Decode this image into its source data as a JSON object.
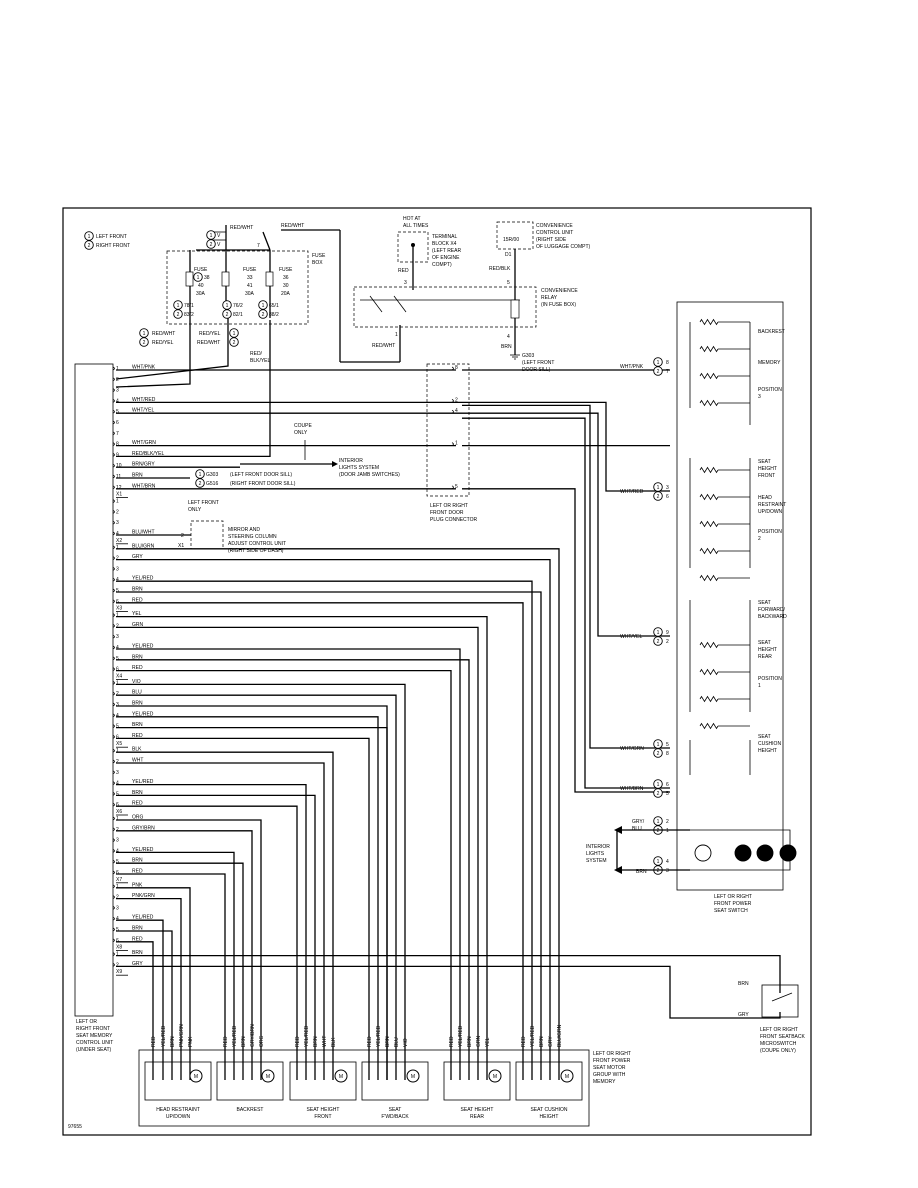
{
  "diagram_id": "97655",
  "location_legend": [
    {
      "badge": "1",
      "label": "LEFT FRONT"
    },
    {
      "badge": "2",
      "label": "RIGHT FRONT"
    }
  ],
  "fuse_box": {
    "label": [
      "FUSE",
      "BOX"
    ],
    "feeds": {
      "red_wht": "RED/WHT",
      "term_v1": "V",
      "term_v2": "V",
      "term_7": "7"
    },
    "fuses": [
      {
        "title": "FUSE",
        "number_line": "38",
        "number_badge": "1",
        "sub_line": "40",
        "amps": "30A",
        "conn_badges": [
          "1",
          "2"
        ],
        "conn_lines": [
          "78/1",
          "83/2"
        ]
      },
      {
        "title": "FUSE",
        "number_line": "33",
        "sub_line": "41",
        "amps": "30A",
        "conn_badges": [
          "1",
          "2"
        ],
        "conn_lines": [
          "76/2",
          "82/1"
        ]
      },
      {
        "title": "FUSE",
        "number_line": "36",
        "sub_line": "30",
        "amps": "20A",
        "conn_badges": [
          "1",
          "2"
        ],
        "conn_lines": [
          "65/1",
          "88/2"
        ]
      }
    ],
    "out_labels": [
      {
        "badge": "1",
        "text": "RED/WHT"
      },
      {
        "badge": "2",
        "text": "RED/YEL"
      },
      {
        "badge": "1",
        "text": "RED/YEL"
      },
      {
        "badge": "2",
        "text": "RED/WHT"
      }
    ],
    "third_out": [
      "RED/",
      "BLK/YEL"
    ]
  },
  "terminal_block": {
    "hot_label": [
      "HOT AT",
      "ALL TIMES"
    ],
    "label": [
      "TERMINAL",
      "BLOCK X4",
      "(LEFT REAR",
      "OF ENGINE",
      "COMPT)"
    ],
    "wire_red": "RED",
    "pin": "3"
  },
  "convenience_unit": {
    "pin_label": "15R/00",
    "label": [
      "CONVENIENCE",
      "CONTROL UNIT",
      "(RIGHT SIDE",
      "OF LUGGAGE COMPT)"
    ],
    "pin_d1": "D1",
    "wire": "RED/BLK"
  },
  "relay": {
    "label": [
      "CONVENIENCE",
      "RELAY",
      "(IN FUSE BOX)"
    ],
    "pin5": "5",
    "pin1": "1",
    "pin4": "4",
    "wire_out": "RED/WHT",
    "wire_gnd": "BRN",
    "ground_label": [
      "G303",
      "(LEFT FRONT",
      "DOOR SILL)"
    ]
  },
  "top_wire_label": "RED/WHT",
  "coupe_only": [
    "COUPE",
    "ONLY"
  ],
  "memory_unit": {
    "label": [
      "LEFT OR",
      "RIGHT FRONT",
      "SEAT MEMORY",
      "CONTROL UNIT",
      "(UNDER SEAT)"
    ],
    "connectors": [
      {
        "name": "X1",
        "pins": [
          {
            "n": "1",
            "c": "WHT/PNK"
          },
          {
            "n": "2",
            "c": ""
          },
          {
            "n": "3",
            "c": ""
          },
          {
            "n": "4",
            "c": "WHT/RED"
          },
          {
            "n": "5",
            "c": "WHT/YEL"
          },
          {
            "n": "6",
            "c": ""
          },
          {
            "n": "7",
            "c": ""
          },
          {
            "n": "8",
            "c": "WHT/GRN"
          },
          {
            "n": "9",
            "c": "RED/BLK/YEL"
          },
          {
            "n": "10",
            "c": "BRN/GRY"
          },
          {
            "n": "11",
            "c": "BRN"
          },
          {
            "n": "12",
            "c": "WHT/BRN"
          }
        ]
      },
      {
        "name": "X2",
        "pins": [
          {
            "n": "1",
            "c": ""
          },
          {
            "n": "2",
            "c": ""
          },
          {
            "n": "3",
            "c": ""
          },
          {
            "n": "4",
            "c": "BLU/WHT"
          }
        ]
      },
      {
        "name": "X3",
        "pins": [
          {
            "n": "1",
            "c": "BLU/GRN"
          },
          {
            "n": "2",
            "c": "GRY"
          },
          {
            "n": "3",
            "c": ""
          },
          {
            "n": "4",
            "c": "YEL/RED"
          },
          {
            "n": "5",
            "c": "BRN"
          },
          {
            "n": "6",
            "c": "RED"
          }
        ]
      },
      {
        "name": "X4",
        "pins": [
          {
            "n": "1",
            "c": "YEL"
          },
          {
            "n": "2",
            "c": "GRN"
          },
          {
            "n": "3",
            "c": ""
          },
          {
            "n": "4",
            "c": "YEL/RED"
          },
          {
            "n": "5",
            "c": "BRN"
          },
          {
            "n": "6",
            "c": "RED"
          }
        ]
      },
      {
        "name": "X5",
        "pins": [
          {
            "n": "1",
            "c": "VIO"
          },
          {
            "n": "2",
            "c": "BLU"
          },
          {
            "n": "3",
            "c": "BRN"
          },
          {
            "n": "4",
            "c": "YEL/RED"
          },
          {
            "n": "5",
            "c": "BRN"
          },
          {
            "n": "6",
            "c": "RED"
          }
        ]
      },
      {
        "name": "X6",
        "pins": [
          {
            "n": "1",
            "c": "BLK"
          },
          {
            "n": "2",
            "c": "WHT"
          },
          {
            "n": "3",
            "c": ""
          },
          {
            "n": "4",
            "c": "YEL/RED"
          },
          {
            "n": "5",
            "c": "BRN"
          },
          {
            "n": "6",
            "c": "RED"
          }
        ]
      },
      {
        "name": "X7",
        "pins": [
          {
            "n": "1",
            "c": "ORG"
          },
          {
            "n": "2",
            "c": "GRY/BRN"
          },
          {
            "n": "3",
            "c": ""
          },
          {
            "n": "4",
            "c": "YEL/RED"
          },
          {
            "n": "5",
            "c": "BRN"
          },
          {
            "n": "6",
            "c": "RED"
          }
        ]
      },
      {
        "name": "X8",
        "pins": [
          {
            "n": "1",
            "c": "PNK"
          },
          {
            "n": "2",
            "c": "PNK/GRN"
          },
          {
            "n": "3",
            "c": ""
          },
          {
            "n": "4",
            "c": "YEL/RED"
          },
          {
            "n": "5",
            "c": "BRN"
          },
          {
            "n": "6",
            "c": "RED"
          }
        ]
      },
      {
        "name": "X9",
        "pins": [
          {
            "n": "1",
            "c": "BRN"
          },
          {
            "n": "2",
            "c": "GRY"
          }
        ]
      }
    ]
  },
  "interior_lights": {
    "label": [
      "INTERIOR",
      "LIGHTS SYSTEM",
      "(DOOR JAMB SWITCHES)"
    ]
  },
  "grounds": [
    {
      "badge": "1",
      "text": "G303",
      "loc": "(LEFT FRONT DOOR SILL)"
    },
    {
      "badge": "2",
      "text": "G516",
      "loc": "(RIGHT FRONT DOOR SILL)"
    }
  ],
  "door_plug": {
    "label": [
      "LEFT OR RIGHT",
      "FRONT DOOR",
      "PLUG CONNECTOR"
    ],
    "pins": [
      "8",
      "2",
      "4",
      "1",
      "5"
    ]
  },
  "mirror_unit": {
    "left_front_only": [
      "LEFT FRONT",
      "ONLY"
    ],
    "pin": "2",
    "conn": "X1",
    "label": [
      "MIRROR AND",
      "STEERING COLUMN",
      "ADJUST CONTROL UNIT",
      "(RIGHT SIDE OF DASH)"
    ]
  },
  "seat_switch": {
    "label": [
      "LEFT OR RIGHT",
      "FRONT POWER",
      "SEAT SWITCH"
    ],
    "groups": [
      {
        "lines": [
          "BACKREST"
        ]
      },
      {
        "lines": [
          "MEMORY"
        ]
      },
      {
        "lines": [
          "POSITION",
          "3"
        ]
      },
      {
        "lines": [
          "SEAT",
          "HEIGHT",
          "FRONT"
        ]
      },
      {
        "lines": [
          "HEAD",
          "RESTRAINT",
          "UP/DOWN"
        ]
      },
      {
        "lines": [
          "POSITION",
          "2"
        ]
      },
      {
        "lines": [
          "SEAT",
          "FORWARD/",
          "BACKWARD"
        ]
      },
      {
        "lines": [
          "SEAT",
          "HEIGHT",
          "REAR"
        ]
      },
      {
        "lines": [
          "POSITION",
          "1"
        ]
      },
      {
        "lines": [
          "SEAT",
          "CUSHION",
          "HEIGHT"
        ]
      }
    ],
    "inputs": [
      {
        "wire": "WHT/PNK",
        "b1": "1",
        "p1": "8",
        "b2": "2",
        "p2": "7"
      },
      {
        "wire": "WHT/RED",
        "b1": "1",
        "p1": "3",
        "b2": "2",
        "p2": "6"
      },
      {
        "wire": "WHT/YEL",
        "b1": "1",
        "p1": "9",
        "b2": "2",
        "p2": "2"
      },
      {
        "wire": "WHT/GRN",
        "b1": "1",
        "p1": "5",
        "b2": "2",
        "p2": "8"
      },
      {
        "wire": "WHT/BRN",
        "b1": "1",
        "p1": "6",
        "b2": "2",
        "p2": "5"
      }
    ],
    "lights_label": [
      "INTERIOR",
      "LIGHTS",
      "SYSTEM"
    ],
    "gry_blu": [
      "GRY/",
      "BLU"
    ],
    "brn": "BRN",
    "gry_pins": {
      "b1": "1",
      "p1": "2",
      "b2": "2",
      "p2": "1"
    },
    "brn_pins": {
      "b1": "1",
      "p1": "4",
      "b2": "2",
      "p2": "3"
    }
  },
  "microswitch": {
    "label": [
      "LEFT OR RIGHT",
      "FRONT SEATBACK",
      "MICROSWITCH",
      "(COUPE ONLY)"
    ],
    "wire1": "BRN",
    "wire2": "GRY"
  },
  "motor_group": {
    "label": [
      "LEFT OR RIGHT",
      "FRONT POWER",
      "SEAT MOTOR",
      "GROUP WITH",
      "MEMORY"
    ],
    "motors": [
      {
        "label": [
          "HEAD RESTRAINT",
          "UP/DOWN"
        ],
        "wires": [
          "RED",
          "YEL/RED",
          "BRN",
          "PNK/GRN",
          "PNK"
        ]
      },
      {
        "label": [
          "BACKREST"
        ],
        "wires": [
          "RED",
          "YEL/RED",
          "BRN",
          "GRY/BRN",
          "ORG"
        ]
      },
      {
        "label": [
          "SEAT HEIGHT",
          "FRONT"
        ],
        "wires": [
          "RED",
          "YEL/RED",
          "BRN",
          "WHT",
          "BLK"
        ]
      },
      {
        "label": [
          "SEAT",
          "F'WD/BACK"
        ],
        "wires": [
          "RED",
          "YEL/RED",
          "BRN",
          "BLU",
          "VIO"
        ]
      },
      {
        "label": [
          "SEAT HEIGHT",
          "REAR"
        ],
        "wires": [
          "RED",
          "YEL/RED",
          "BRN",
          "GRN",
          "YEL"
        ]
      },
      {
        "label": [
          "SEAT CUSHION",
          "HEIGHT"
        ],
        "wires": [
          "RED",
          "YEL/RED",
          "BRN",
          "GRY",
          "BLU/GRN"
        ]
      }
    ]
  }
}
